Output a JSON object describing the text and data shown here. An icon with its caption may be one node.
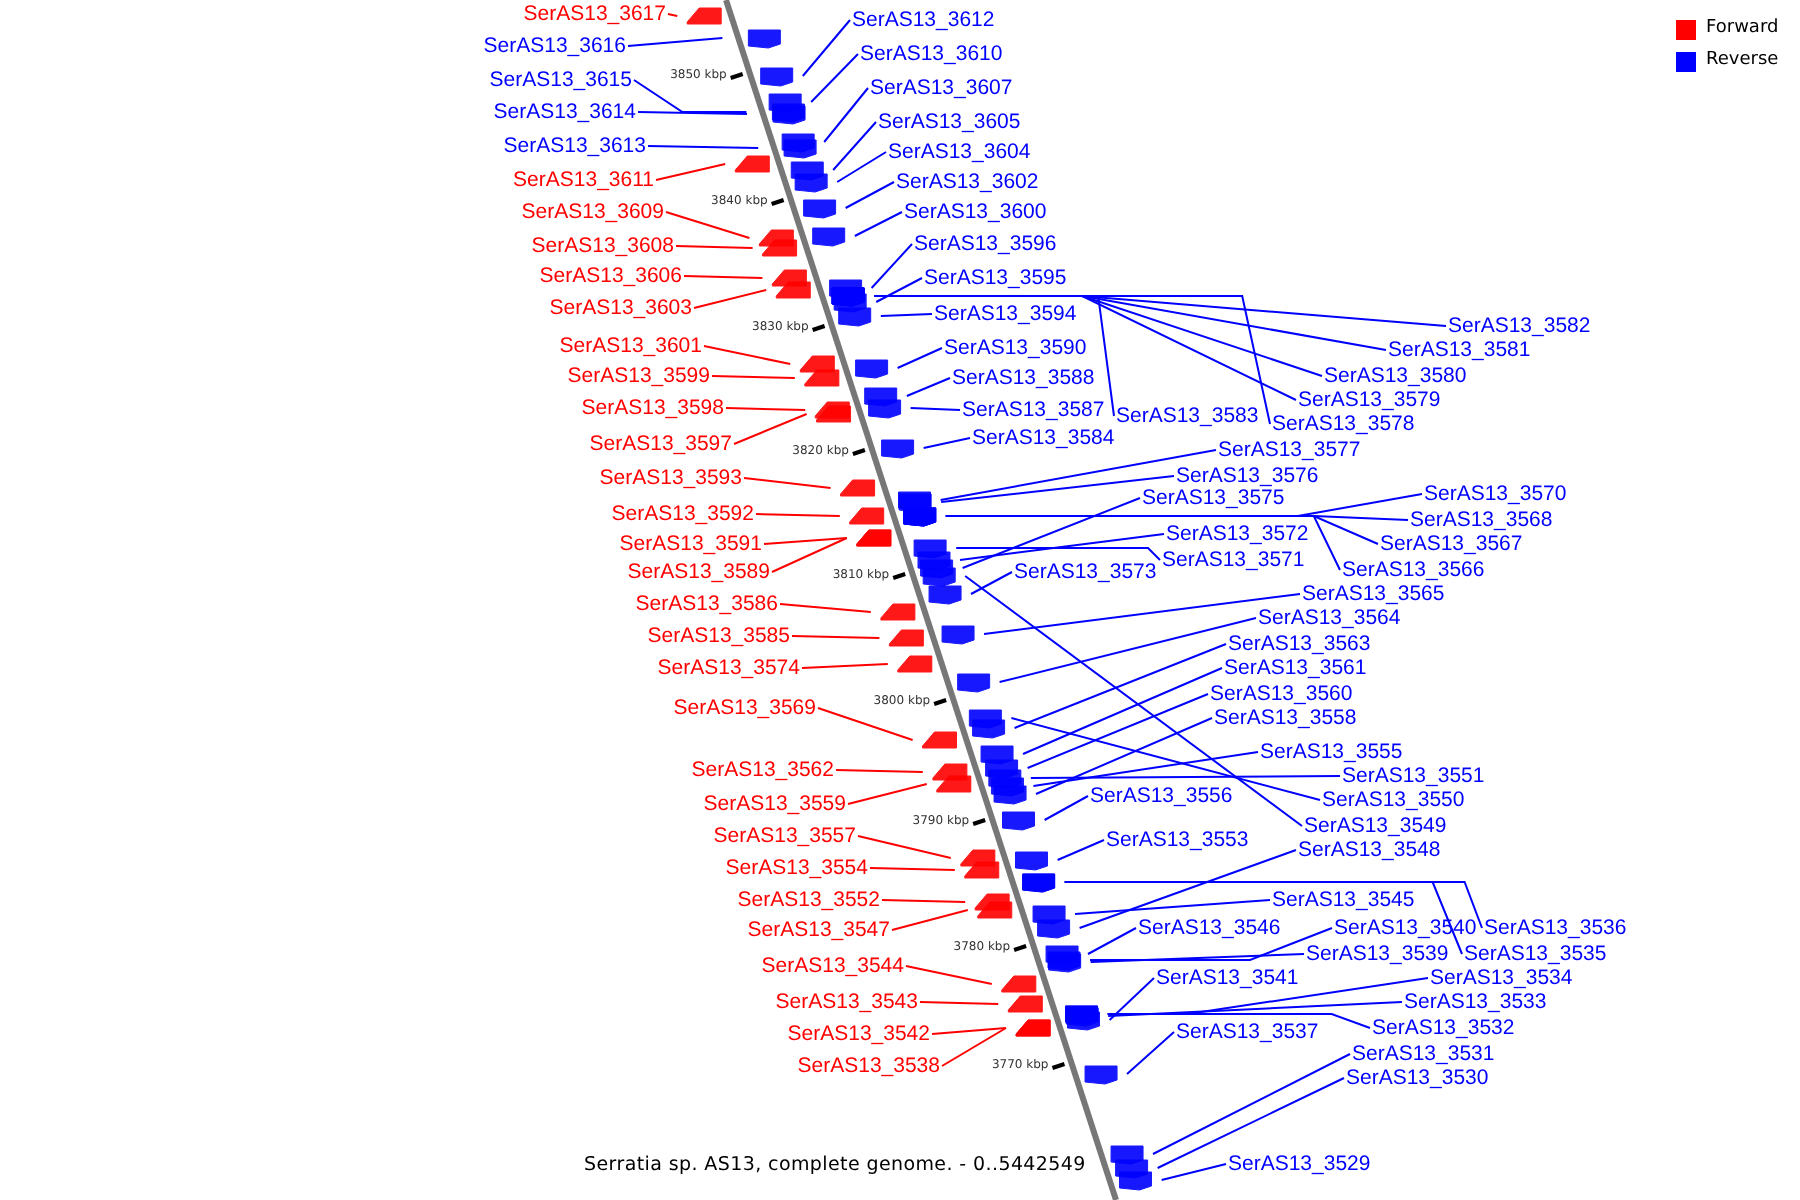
{
  "diagram": {
    "caption": "Serratia sp. AS13, complete genome. - 0..5442549",
    "nodes": [
      {
        "text": [
          "SerAS13_3617"
        ]
      },
      {
        "text": [
          "SerAS13_3616"
        ]
      },
      {
        "text": [
          "SerAS13_3615"
        ]
      },
      {
        "text": [
          "SerAS13_3614"
        ]
      },
      {
        "text": [
          "SerAS13_3613"
        ]
      },
      {
        "text": [
          "SerAS13_3611"
        ]
      },
      {
        "text": [
          "SerAS13_3609"
        ]
      },
      {
        "text": [
          "SerAS13_3608"
        ]
      },
      {
        "text": [
          "SerAS13_3606"
        ]
      },
      {
        "text": [
          "SerAS13_3603"
        ]
      },
      {
        "text": [
          "SerAS13_3601"
        ]
      },
      {
        "text": [
          "SerAS13_3599"
        ]
      },
      {
        "text": [
          "SerAS13_3598"
        ]
      },
      {
        "text": [
          "SerAS13_3597"
        ]
      },
      {
        "text": [
          "SerAS13_3593"
        ]
      },
      {
        "text": [
          "SerAS13_3592"
        ]
      },
      {
        "text": [
          "SerAS13_3591"
        ]
      },
      {
        "text": [
          "SerAS13_3589"
        ]
      },
      {
        "text": [
          "SerAS13_3586"
        ]
      },
      {
        "text": [
          "SerAS13_3585"
        ]
      },
      {
        "text": [
          "SerAS13_3574"
        ]
      },
      {
        "text": [
          "SerAS13_3569"
        ]
      },
      {
        "text": [
          "SerAS13_3562"
        ]
      },
      {
        "text": [
          "SerAS13_3559"
        ]
      },
      {
        "text": [
          "SerAS13_3557"
        ]
      },
      {
        "text": [
          "SerAS13_3554"
        ]
      },
      {
        "text": [
          "SerAS13_3552"
        ]
      },
      {
        "text": [
          "SerAS13_3547"
        ]
      },
      {
        "text": [
          "SerAS13_3544"
        ]
      },
      {
        "text": [
          "SerAS13_3543"
        ]
      },
      {
        "text": [
          "SerAS13_3542"
        ]
      },
      {
        "text": [
          "SerAS13_3538"
        ]
      },
      {
        "text": [
          "SerAS13_3612"
        ]
      },
      {
        "text": [
          "SerAS13_3610"
        ]
      },
      {
        "text": [
          "SerAS13_3607"
        ]
      },
      {
        "text": [
          "SerAS13_3605"
        ]
      },
      {
        "text": [
          "SerAS13_3604"
        ]
      },
      {
        "text": [
          "SerAS13_3602"
        ]
      },
      {
        "text": [
          "SerAS13_3600"
        ]
      },
      {
        "text": [
          "SerAS13_3596"
        ]
      },
      {
        "text": [
          "SerAS13_3595"
        ]
      },
      {
        "text": [
          "SerAS13_3594"
        ]
      },
      {
        "text": [
          "SerAS13_3590"
        ]
      },
      {
        "text": [
          "SerAS13_3588"
        ]
      },
      {
        "text": [
          "SerAS13_3587"
        ]
      },
      {
        "text": [
          "SerAS13_3584"
        ]
      },
      {
        "text": [
          "SerAS13_3583"
        ]
      },
      {
        "text": [
          "SerAS13_3582"
        ]
      },
      {
        "text": [
          "SerAS13_3581"
        ]
      },
      {
        "text": [
          "SerAS13_3580"
        ]
      },
      {
        "text": [
          "SerAS13_3579"
        ]
      },
      {
        "text": [
          "SerAS13_3578"
        ]
      },
      {
        "text": [
          "SerAS13_3577"
        ]
      },
      {
        "text": [
          "SerAS13_3576"
        ]
      },
      {
        "text": [
          "SerAS13_3575"
        ]
      },
      {
        "text": [
          "SerAS13_3573"
        ]
      },
      {
        "text": [
          "SerAS13_3572"
        ]
      },
      {
        "text": [
          "SerAS13_3571"
        ]
      },
      {
        "text": [
          "SerAS13_3570"
        ]
      },
      {
        "text": [
          "SerAS13_3568"
        ]
      },
      {
        "text": [
          "SerAS13_3567"
        ]
      },
      {
        "text": [
          "SerAS13_3566"
        ]
      },
      {
        "text": [
          "SerAS13_3565"
        ]
      },
      {
        "text": [
          "SerAS13_3564"
        ]
      },
      {
        "text": [
          "SerAS13_3563"
        ]
      },
      {
        "text": [
          "SerAS13_3561"
        ]
      },
      {
        "text": [
          "SerAS13_3560"
        ]
      },
      {
        "text": [
          "SerAS13_3558"
        ]
      },
      {
        "text": [
          "SerAS13_3556"
        ]
      },
      {
        "text": [
          "SerAS13_3555"
        ]
      },
      {
        "text": [
          "SerAS13_3553"
        ]
      },
      {
        "text": [
          "SerAS13_3551"
        ]
      },
      {
        "text": [
          "SerAS13_3550"
        ]
      },
      {
        "text": [
          "SerAS13_3549"
        ]
      },
      {
        "text": [
          "SerAS13_3548"
        ]
      },
      {
        "text": [
          "SerAS13_3546"
        ]
      },
      {
        "text": [
          "SerAS13_3545"
        ]
      },
      {
        "text": [
          "SerAS13_3541"
        ]
      },
      {
        "text": [
          "SerAS13_3540"
        ]
      },
      {
        "text": [
          "SerAS13_3539"
        ]
      },
      {
        "text": [
          "SerAS13_3537"
        ]
      },
      {
        "text": [
          "SerAS13_3536"
        ]
      },
      {
        "text": [
          "SerAS13_3535"
        ]
      },
      {
        "text": [
          "SerAS13_3534"
        ]
      },
      {
        "text": [
          "SerAS13_3533"
        ]
      },
      {
        "text": [
          "SerAS13_3532"
        ]
      },
      {
        "text": [
          "SerAS13_3531"
        ]
      },
      {
        "text": [
          "SerAS13_3530"
        ]
      },
      {
        "text": [
          "SerAS13_3529"
        ]
      }
    ],
    "edges": [
      {
        "from": 0,
        "to": null,
        "arrow": "none",
        "color": "#ff0000"
      },
      {
        "from": 1,
        "to": null,
        "arrow": "none"
      },
      {
        "from": 2,
        "to": null,
        "arrow": "none"
      },
      {
        "from": 3,
        "to": null,
        "arrow": "none"
      },
      {
        "from": 4,
        "to": null,
        "arrow": "none"
      },
      {
        "from": 5,
        "to": null,
        "arrow": "none",
        "color": "#ff0000"
      },
      {
        "from": 6,
        "to": null,
        "arrow": "none",
        "color": "#ff0000"
      },
      {
        "from": 7,
        "to": null,
        "arrow": "none",
        "color": "#ff0000"
      },
      {
        "from": 8,
        "to": null,
        "arrow": "none",
        "color": "#ff0000"
      },
      {
        "from": 9,
        "to": null,
        "arrow": "none",
        "color": "#ff0000"
      },
      {
        "from": 10,
        "to": null,
        "arrow": "none",
        "color": "#ff0000"
      },
      {
        "from": 11,
        "to": null,
        "arrow": "none",
        "color": "#ff0000"
      },
      {
        "from": 12,
        "to": null,
        "arrow": "none",
        "color": "#ff0000"
      },
      {
        "from": 13,
        "to": null,
        "arrow": "none",
        "color": "#ff0000"
      },
      {
        "from": 14,
        "to": null,
        "arrow": "none",
        "color": "#ff0000"
      },
      {
        "from": 15,
        "to": null,
        "arrow": "none",
        "color": "#ff0000"
      },
      {
        "from": 16,
        "to": null,
        "arrow": "none",
        "color": "#ff0000"
      },
      {
        "from": 17,
        "to": null,
        "arrow": "none",
        "color": "#ff0000"
      },
      {
        "from": 18,
        "to": null,
        "arrow": "none",
        "color": "#ff0000"
      },
      {
        "from": 19,
        "to": null,
        "arrow": "none",
        "color": "#ff0000"
      },
      {
        "from": 20,
        "to": null,
        "arrow": "none",
        "color": "#ff0000"
      },
      {
        "from": 21,
        "to": null,
        "arrow": "none",
        "color": "#ff0000"
      },
      {
        "from": 22,
        "to": null,
        "arrow": "none",
        "color": "#ff0000"
      },
      {
        "from": 23,
        "to": null,
        "arrow": "none",
        "color": "#ff0000"
      },
      {
        "from": 24,
        "to": null,
        "arrow": "none",
        "color": "#ff0000"
      },
      {
        "from": 25,
        "to": null,
        "arrow": "none",
        "color": "#ff0000"
      },
      {
        "from": 26,
        "to": null,
        "arrow": "none",
        "color": "#ff0000"
      },
      {
        "from": 27,
        "to": null,
        "arrow": "none",
        "color": "#ff0000"
      },
      {
        "from": 28,
        "to": null,
        "arrow": "none",
        "color": "#ff0000"
      },
      {
        "from": 29,
        "to": null,
        "arrow": "none",
        "color": "#ff0000"
      },
      {
        "from": 30,
        "to": null,
        "arrow": "none",
        "color": "#ff0000"
      },
      {
        "from": 31,
        "to": null,
        "arrow": "none",
        "color": "#ff0000"
      },
      {
        "from": 32,
        "to": null,
        "arrow": "none"
      },
      {
        "from": 33,
        "to": null,
        "arrow": "none"
      },
      {
        "from": 34,
        "to": null,
        "arrow": "none"
      },
      {
        "from": 35,
        "to": null,
        "arrow": "none"
      },
      {
        "from": 36,
        "to": null,
        "arrow": "none"
      },
      {
        "from": 37,
        "to": null,
        "arrow": "none"
      },
      {
        "from": 38,
        "to": null,
        "arrow": "none"
      },
      {
        "from": 39,
        "to": null,
        "arrow": "none"
      },
      {
        "from": 40,
        "to": null,
        "arrow": "none"
      },
      {
        "from": 41,
        "to": null,
        "arrow": "none"
      },
      {
        "from": 42,
        "to": null,
        "arrow": "none"
      },
      {
        "from": 43,
        "to": null,
        "arrow": "none"
      },
      {
        "from": 44,
        "to": null,
        "arrow": "none"
      },
      {
        "from": 45,
        "to": null,
        "arrow": "none"
      },
      {
        "from": 46,
        "to": null,
        "arrow": "none"
      },
      {
        "from": 47,
        "to": null,
        "arrow": "none"
      },
      {
        "from": 48,
        "to": null,
        "arrow": "none"
      },
      {
        "from": 49,
        "to": null,
        "arrow": "none"
      },
      {
        "from": 50,
        "to": null,
        "arrow": "none"
      },
      {
        "from": 51,
        "to": null,
        "arrow": "none"
      },
      {
        "from": 52,
        "to": null,
        "arrow": "none"
      },
      {
        "from": 53,
        "to": null,
        "arrow": "none"
      },
      {
        "from": 54,
        "to": null,
        "arrow": "none"
      },
      {
        "from": 55,
        "to": null,
        "arrow": "none"
      },
      {
        "from": 56,
        "to": null,
        "arrow": "none"
      },
      {
        "from": 57,
        "to": null,
        "arrow": "none"
      },
      {
        "from": 58,
        "to": null,
        "arrow": "none"
      },
      {
        "from": 59,
        "to": null,
        "arrow": "none"
      },
      {
        "from": 60,
        "to": null,
        "arrow": "none"
      },
      {
        "from": 61,
        "to": null,
        "arrow": "none"
      },
      {
        "from": 62,
        "to": null,
        "arrow": "none"
      },
      {
        "from": 63,
        "to": null,
        "arrow": "none"
      },
      {
        "from": 64,
        "to": null,
        "arrow": "none"
      },
      {
        "from": 65,
        "to": null,
        "arrow": "none"
      },
      {
        "from": 66,
        "to": null,
        "arrow": "none"
      },
      {
        "from": 67,
        "to": null,
        "arrow": "none"
      },
      {
        "from": 68,
        "to": null,
        "arrow": "none"
      },
      {
        "from": 69,
        "to": null,
        "arrow": "none"
      },
      {
        "from": 70,
        "to": null,
        "arrow": "none"
      },
      {
        "from": 71,
        "to": null,
        "arrow": "none"
      },
      {
        "from": 72,
        "to": null,
        "arrow": "none"
      },
      {
        "from": 73,
        "to": null,
        "arrow": "none"
      },
      {
        "from": 74,
        "to": null,
        "arrow": "none"
      },
      {
        "from": 75,
        "to": null,
        "arrow": "none"
      },
      {
        "from": 76,
        "to": null,
        "arrow": "none"
      },
      {
        "from": 77,
        "to": null,
        "arrow": "none"
      },
      {
        "from": 78,
        "to": null,
        "arrow": "none"
      },
      {
        "from": 79,
        "to": null,
        "arrow": "none"
      },
      {
        "from": 80,
        "to": null,
        "arrow": "none"
      },
      {
        "from": 81,
        "to": null,
        "arrow": "none"
      },
      {
        "from": 82,
        "to": null,
        "arrow": "none"
      },
      {
        "from": 83,
        "to": null,
        "arrow": "none"
      },
      {
        "from": 84,
        "to": null,
        "arrow": "none"
      },
      {
        "from": 85,
        "to": null,
        "arrow": "none"
      },
      {
        "from": 86,
        "to": null,
        "arrow": "none"
      },
      {
        "from": 87,
        "to": null,
        "arrow": "none"
      },
      {
        "from": 88,
        "to": null,
        "arrow": "none"
      }
    ],
    "labels": [
      "3850 kbp",
      "3840 kbp",
      "3830 kbp",
      "3820 kbp",
      "3810 kbp",
      "3800 kbp",
      "3790 kbp",
      "3780 kbp",
      "3770 kbp"
    ],
    "legend": [
      {
        "text": "Forward",
        "color": "#ff0000"
      },
      {
        "text": "Reverse",
        "color": "#0000ff"
      }
    ]
  }
}
